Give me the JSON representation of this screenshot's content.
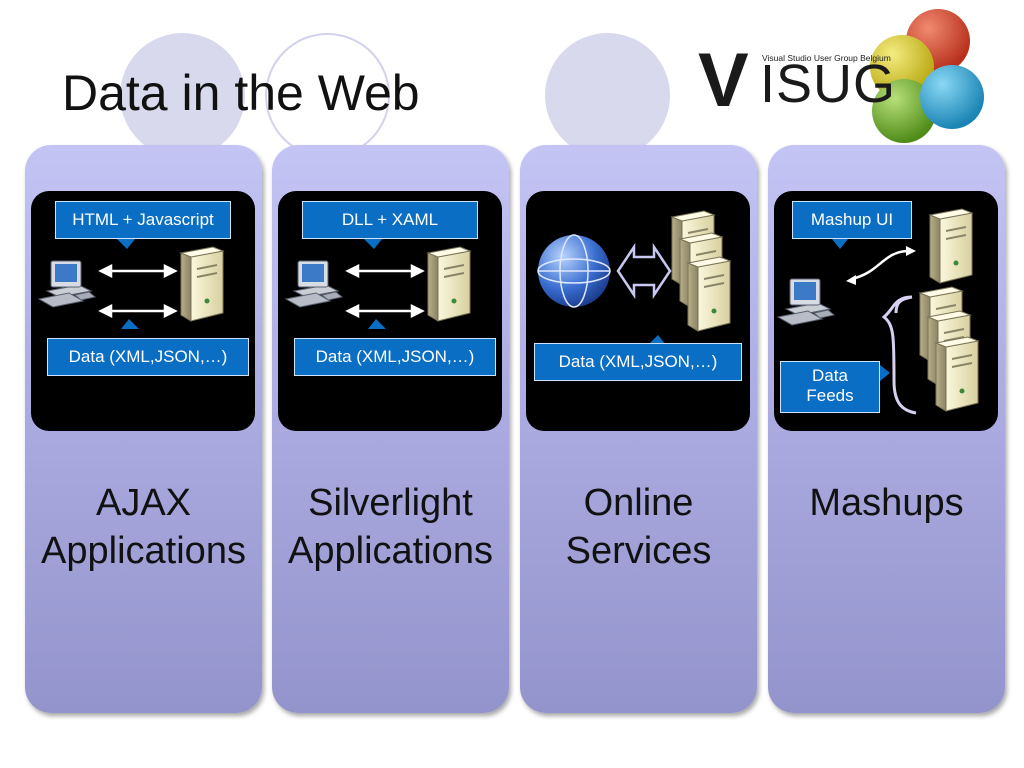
{
  "slide": {
    "title": "Data in the Web"
  },
  "logo": {
    "letter_v": "V",
    "letters": "ISUG",
    "tagline": "Visual Studio User Group Belgium",
    "bubble_colors": [
      "#d8422c",
      "#d8c821",
      "#2fa4d4",
      "#6aa825"
    ]
  },
  "panels": [
    {
      "label_line1": "AJAX",
      "label_line2": "Applications",
      "top_callout": "HTML + Javascript",
      "bottom_callout": "Data (XML,JSON,…)"
    },
    {
      "label_line1": "Silverlight",
      "label_line2": "Applications",
      "top_callout": "DLL + XAML",
      "bottom_callout": "Data (XML,JSON,…)"
    },
    {
      "label_line1": "Online",
      "label_line2": "Services",
      "bottom_callout": "Data (XML,JSON,…)"
    },
    {
      "label_line1": "Mashups",
      "top_callout": "Mashup UI",
      "side_callout_line1": "Data",
      "side_callout_line2": "Feeds"
    }
  ],
  "colors": {
    "callout_blue": "#0a6ec4",
    "panel_top": "#c4c4f4",
    "panel_bottom": "#9494cc"
  }
}
